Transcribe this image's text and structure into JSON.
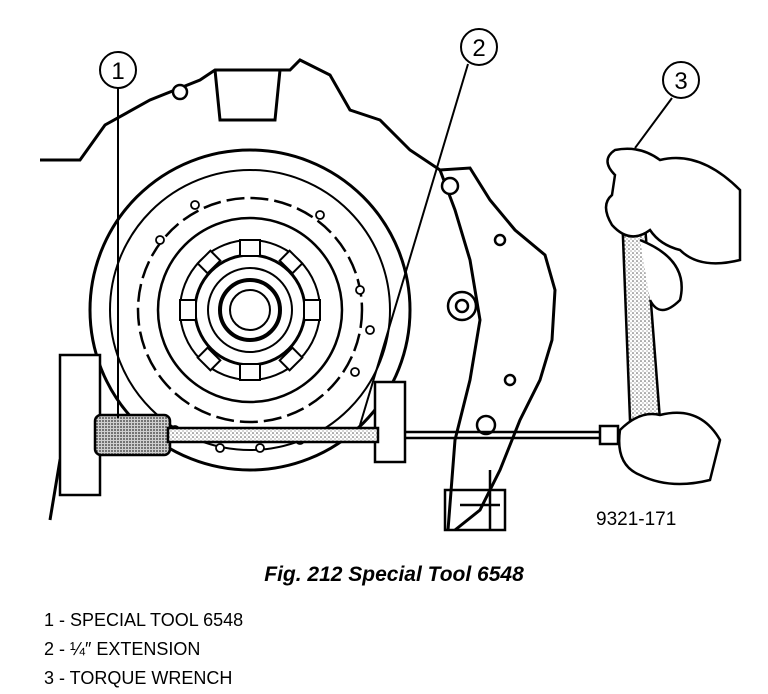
{
  "figure": {
    "id_label": "9321-171",
    "caption": "Fig. 212 Special Tool 6548"
  },
  "callouts": [
    {
      "number": "1"
    },
    {
      "number": "2"
    },
    {
      "number": "3"
    }
  ],
  "legend": [
    {
      "text": "1 - SPECIAL TOOL 6548"
    },
    {
      "text": "2 - ¼″ EXTENSION"
    },
    {
      "text": "3 - TORQUE WRENCH"
    }
  ]
}
